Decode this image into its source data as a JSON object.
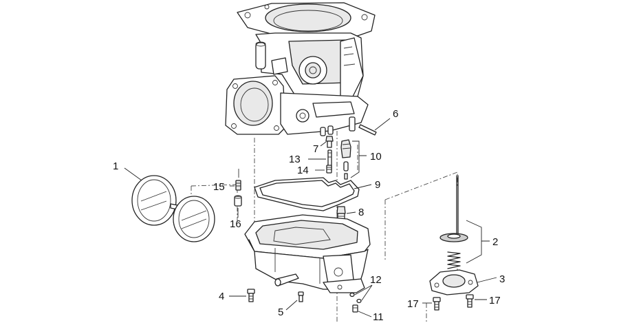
{
  "callouts": [
    {
      "id": "1",
      "text": "1"
    },
    {
      "id": "2",
      "text": "2"
    },
    {
      "id": "3",
      "text": "3"
    },
    {
      "id": "4",
      "text": "4"
    },
    {
      "id": "5",
      "text": "5"
    },
    {
      "id": "6",
      "text": "6"
    },
    {
      "id": "7",
      "text": "7"
    },
    {
      "id": "8",
      "text": "8"
    },
    {
      "id": "9",
      "text": "9"
    },
    {
      "id": "10",
      "text": "10"
    },
    {
      "id": "11",
      "text": "11"
    },
    {
      "id": "12",
      "text": "12"
    },
    {
      "id": "13",
      "text": "13"
    },
    {
      "id": "14",
      "text": "14"
    },
    {
      "id": "15",
      "text": "15"
    },
    {
      "id": "16",
      "text": "16"
    },
    {
      "id": "17a",
      "text": "17"
    },
    {
      "id": "17b",
      "text": "17"
    }
  ],
  "colors": {
    "ink": "#222222",
    "background": "#ffffff",
    "shade": "#e9e9e9"
  }
}
